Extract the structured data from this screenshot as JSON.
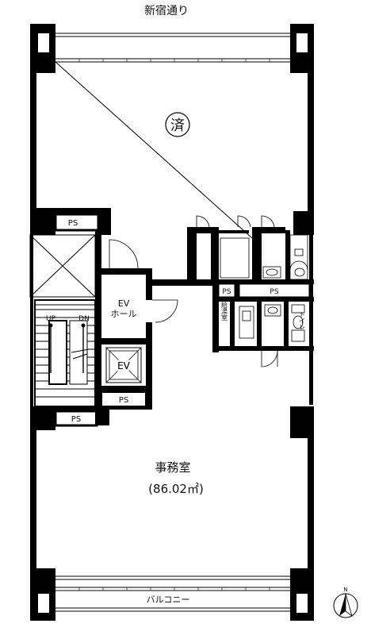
{
  "street_label": "新宿通り",
  "stamp_label": "済",
  "ps_labels": [
    "PS",
    "PS",
    "PS",
    "PS",
    "PS"
  ],
  "ev_hall_label": [
    "EV",
    "ホール"
  ],
  "ev_label": "EV",
  "stair_up_label": "UP",
  "stair_down_label": "DN",
  "kitchenette_label": "給湯室",
  "toilet_label": "トイレ",
  "office_label": "事務室",
  "office_area_label": "(86.02㎡)",
  "balcony_label": "バルコニー",
  "north_label": "N"
}
